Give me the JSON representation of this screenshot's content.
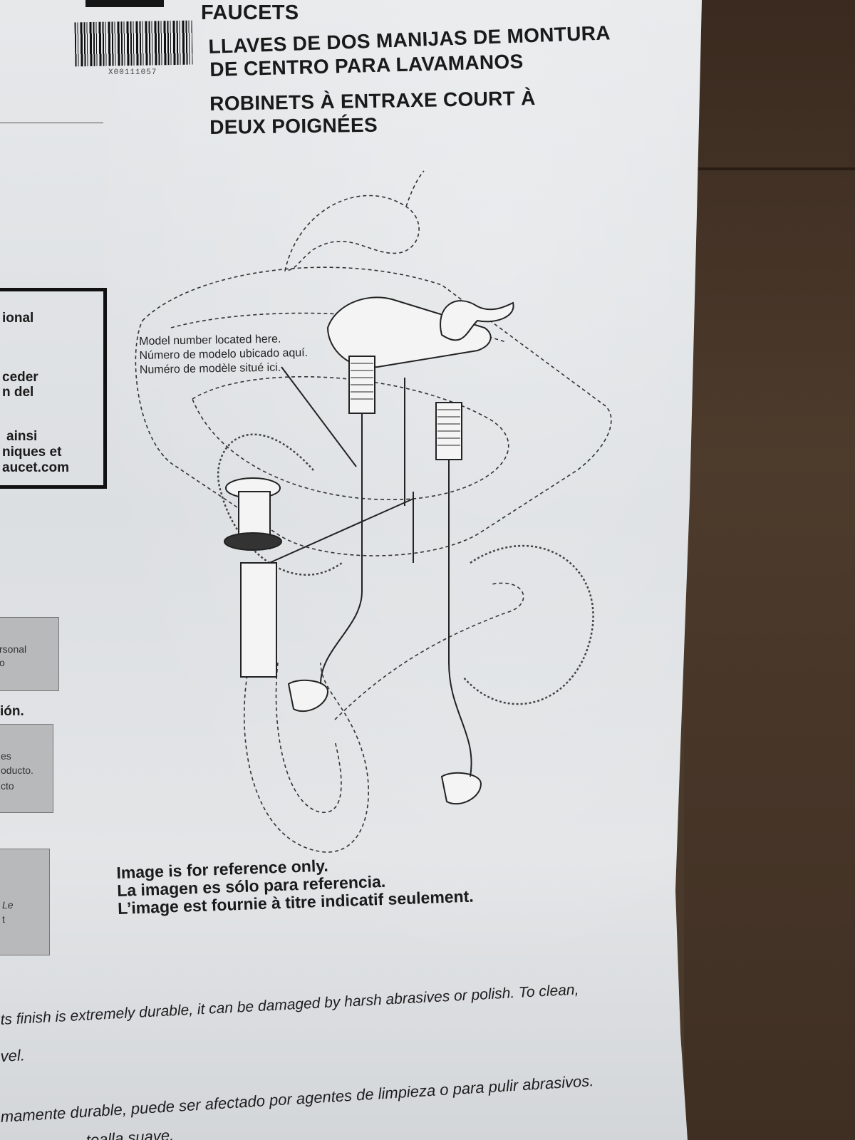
{
  "header": {
    "title_en": "FAUCETS",
    "title_es_line1": "LLAVES DE DOS MANIJAS DE MONTURA",
    "title_es_line2": "DE CENTRO PARA LAVAMANOS",
    "title_fr_line1": "ROBINETS À ENTRAXE COURT À",
    "title_fr_line2": "DEUX POIGNÉES",
    "barcode_number": "X00111057"
  },
  "left_box": {
    "lines": [
      "ional",
      "ceder",
      "n del",
      "ainsi",
      "niques et",
      "aucet.com"
    ]
  },
  "gray_boxes": {
    "box1": [
      "rsonal",
      "o"
    ],
    "heading": "ión.",
    "box2": [
      "es",
      "oducto.",
      "cto"
    ],
    "box3": [
      "Le",
      "t"
    ]
  },
  "illustration": {
    "model_note": [
      "Model number located here.",
      "Número de modelo ubicado aquí.",
      "Numéro de modèle situé ici."
    ]
  },
  "reference_note": [
    "Image is for reference only.",
    "La imagen es sólo para referencia.",
    "L’image est fournie à titre indicatif seulement."
  ],
  "care_text": {
    "line1": "ts finish is extremely durable, it can be damaged by harsh abrasives or polish. To clean,",
    "line2": "vel.",
    "line3": "mamente durable, puede ser afectado por agentes de limpieza o para pulir abrasivos.",
    "line4": "toalla suave."
  }
}
